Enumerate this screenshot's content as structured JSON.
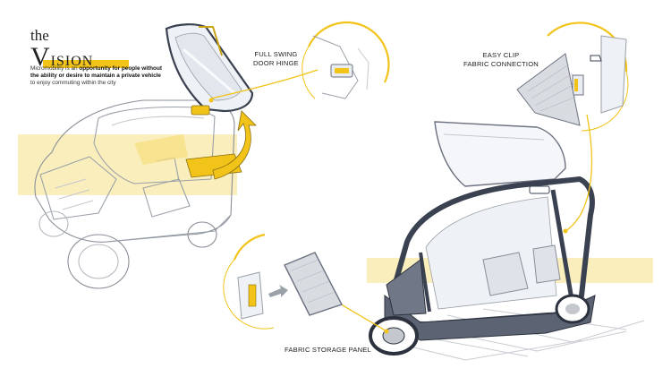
{
  "title": {
    "small": "the",
    "large_initial": "V",
    "large_rest": "ISION"
  },
  "intro": {
    "part1": "Micromobility is an ",
    "bold1": "opportunity for people without the ability or desire to maintain a private vehicle",
    "part2": " to enjoy commuting within the city"
  },
  "callouts": {
    "hinge_line1": "FULL SWING",
    "hinge_line2": "DOOR HINGE",
    "clip_line1": "EASY CLIP",
    "clip_line2": "FABRIC CONNECTION",
    "storage": "FABRIC STORAGE PANEL"
  },
  "colors": {
    "accent": "#f2c318",
    "accent_soft": "#faeebc",
    "frame": "#3a4150",
    "sketch": "#8a8f98"
  }
}
